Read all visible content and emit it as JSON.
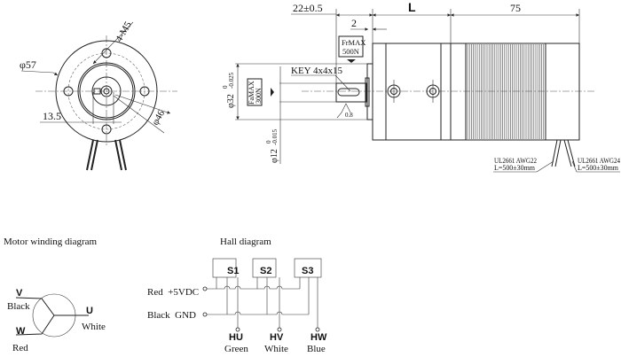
{
  "front_view": {
    "dia_outer": "φ57",
    "holes": "4-M5",
    "offset": "13.5",
    "dia_pilot": "φ46"
  },
  "side_view": {
    "shaft_length": "22±0.5",
    "step": "2",
    "gearbox_length": "L",
    "motor_length": "75",
    "radial_load": [
      "FrMAX",
      "500N"
    ],
    "axial_load": [
      "FaMAX",
      "300N"
    ],
    "key": "KEY 4x4x15",
    "roughness": "0.8",
    "pilot_dia": "φ32",
    "pilot_tol": "-0.025",
    "shaft_dia": "φ12",
    "shaft_tol": "-0.015",
    "tol_zero": "0",
    "cable_left": [
      "UL2661 AWG22",
      "L=500±30mm"
    ],
    "cable_right": [
      "UL2661 AWG24",
      "L=500±30mm"
    ]
  },
  "winding": {
    "title": "Motor winding diagram",
    "v": "V",
    "v_color": "Black",
    "u": "U",
    "u_color": "White",
    "w": "W",
    "w_color": "Red"
  },
  "hall": {
    "title": "Hall diagram",
    "sensors": [
      "S1",
      "S2",
      "S3"
    ],
    "power": "Red  +5VDC",
    "ground": "Black  GND",
    "outputs": [
      {
        "name": "HU",
        "color": "Green"
      },
      {
        "name": "HV",
        "color": "White"
      },
      {
        "name": "HW",
        "color": "Blue"
      }
    ]
  }
}
